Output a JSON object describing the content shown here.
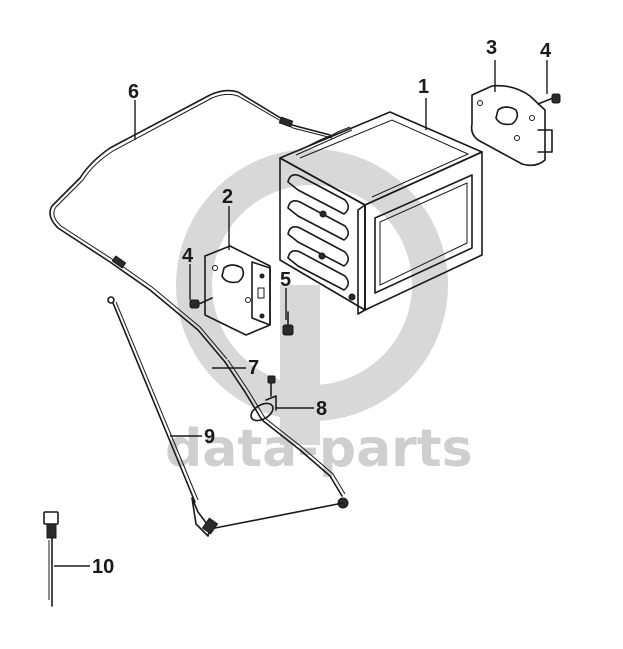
{
  "watermark": {
    "text": "data-parts",
    "color": "#d0d0d0"
  },
  "callouts": [
    {
      "id": "callout-1",
      "label": "1"
    },
    {
      "id": "callout-2",
      "label": "2"
    },
    {
      "id": "callout-3",
      "label": "3"
    },
    {
      "id": "callout-4a",
      "label": "4"
    },
    {
      "id": "callout-4b",
      "label": "4"
    },
    {
      "id": "callout-5",
      "label": "5"
    },
    {
      "id": "callout-6",
      "label": "6"
    },
    {
      "id": "callout-7",
      "label": "7"
    },
    {
      "id": "callout-8",
      "label": "8"
    },
    {
      "id": "callout-9",
      "label": "9"
    },
    {
      "id": "callout-10",
      "label": "10"
    }
  ],
  "colors": {
    "ink": "#1a1a1a",
    "background": "#ffffff"
  }
}
